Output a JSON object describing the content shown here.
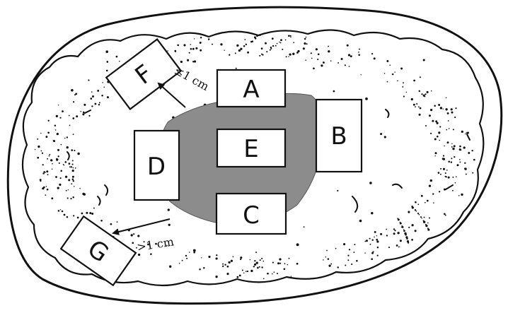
{
  "diagram": {
    "boxes": [
      {
        "id": "A",
        "label": "A"
      },
      {
        "id": "B",
        "label": "B"
      },
      {
        "id": "C",
        "label": "C"
      },
      {
        "id": "D",
        "label": "D"
      },
      {
        "id": "E",
        "label": "E"
      },
      {
        "id": "F",
        "label": "F"
      },
      {
        "id": "G",
        "label": "G"
      }
    ],
    "distance_labels": {
      "near": "≤1 cm",
      "far": ">1 cm"
    },
    "colors": {
      "outline": "#111111",
      "lesion": "#8c8c8c",
      "background": "#ffffff",
      "box_fill": "#ffffff"
    }
  }
}
